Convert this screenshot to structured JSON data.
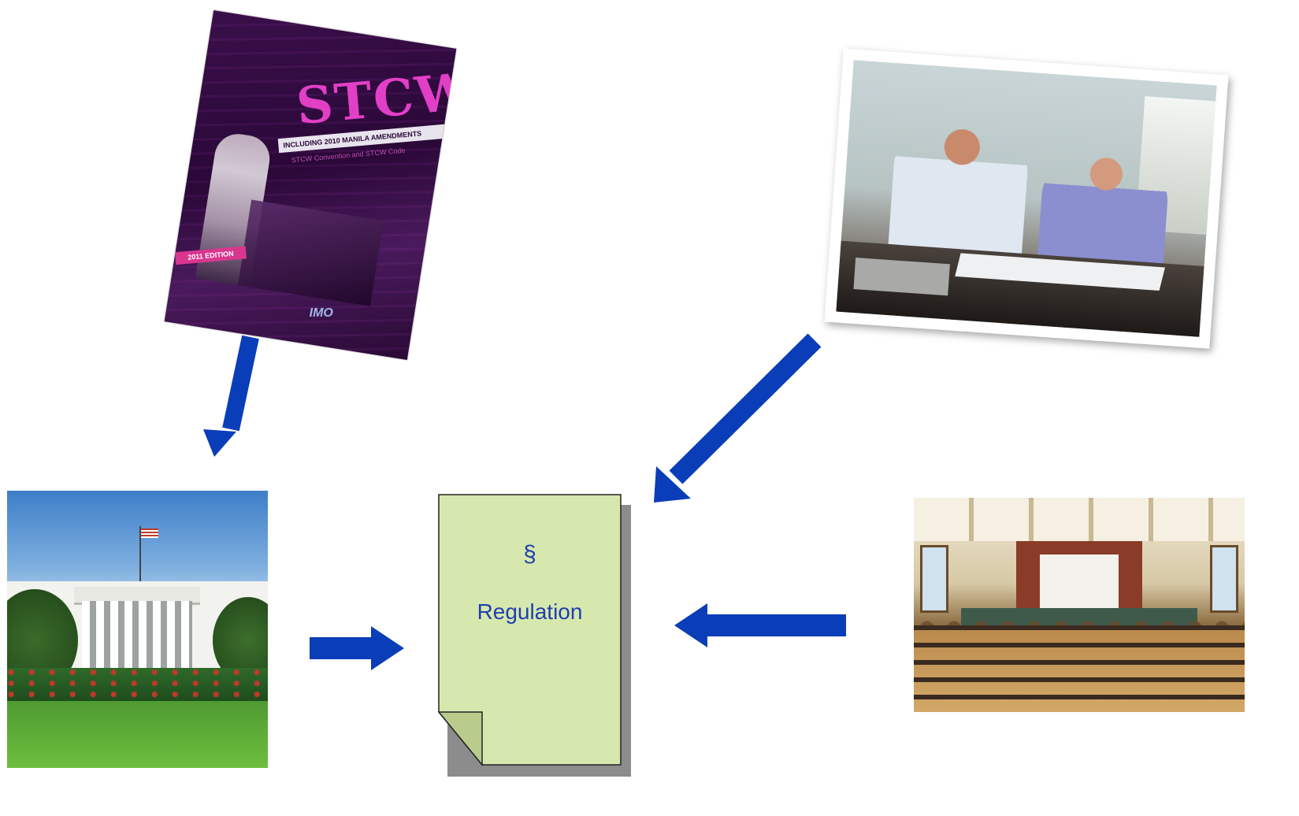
{
  "book": {
    "title": "STCW",
    "band_text": "INCLUDING 2010 MANILA AMENDMENTS",
    "subtitle": "STCW Convention and STCW Code",
    "edition": "2011 EDITION",
    "publisher": "IMO"
  },
  "document": {
    "symbol": "§",
    "label": "Regulation",
    "fill_color": "#d7e8ae",
    "text_color": "#1f3fae"
  },
  "arrows": {
    "color": "#0a3db8"
  },
  "images": {
    "book": "stcw-book-cover",
    "signing": "officials-signing-photo",
    "whitehouse": "white-house-photo",
    "lecture": "lecture-hall-photo"
  }
}
